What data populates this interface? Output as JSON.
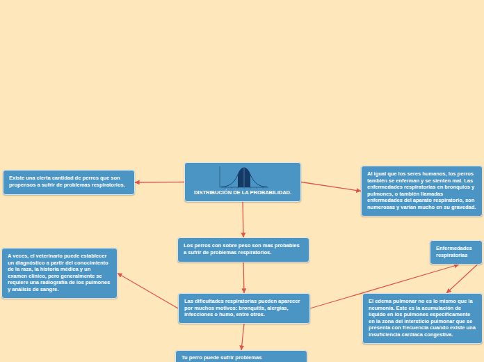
{
  "diagram": {
    "nodes": [
      {
        "text": [
          "DISTRIBUCIÓN DE LA PROBABILIDAD."
        ]
      },
      {
        "text": [
          "Existe una cierta cantidad de perros que son propensos a sufrir de problemas respiratorios."
        ]
      },
      {
        "text": [
          "Al igual que los seres humanos, los perros también se enferman y se sienten mal. Las enfermedades respiratorias en bronquios y pulmones, o también llamadas enfermedades del aparato respiratorio, son numerosas y varían mucho en su gravedad."
        ]
      },
      {
        "text": [
          "Los perros con sobre peso son mas probables a sufrir de problemas respiratorios."
        ]
      },
      {
        "text": [
          "Las dificultades respiratorias pueden aparecer por muchos motivos: bronquitis, alergias, infecciones o humo, entre otros."
        ]
      },
      {
        "text": [
          "A veces, el veterinario puede establecer un diagnóstico a partir del conocimiento de la raza, la historia médica y un examen clínico, pero generalmente se requiere una radiografía de los pulmones y análisis de sangre."
        ]
      },
      {
        "text": [
          "Enfermedades respiratorias"
        ]
      },
      {
        "text": [
          "El edema pulmonar no es lo mismo que la neumonía. Este es la acumulación de líquido en los pulmones específicamente en la zona del intersticio pulmonar que se presenta con frecuencia cuando existe una insuficiencia cardíaca congestiva."
        ]
      },
      {
        "text": [
          "Tu perro puede sufrir problemas"
        ]
      }
    ],
    "edges": [
      {
        "from": 0,
        "to": 1,
        "arrow": "to"
      },
      {
        "from": 0,
        "to": 2,
        "arrow": "to"
      },
      {
        "from": 0,
        "to": 3,
        "arrow": "to"
      },
      {
        "from": 3,
        "to": 4,
        "arrow": "to"
      },
      {
        "from": 4,
        "to": 5,
        "arrow": "to"
      },
      {
        "from": 4,
        "to": 6,
        "arrow": "to"
      },
      {
        "from": 6,
        "to": 7,
        "arrow": "to"
      },
      {
        "from": 4,
        "to": 8,
        "arrow": "to"
      }
    ]
  }
}
